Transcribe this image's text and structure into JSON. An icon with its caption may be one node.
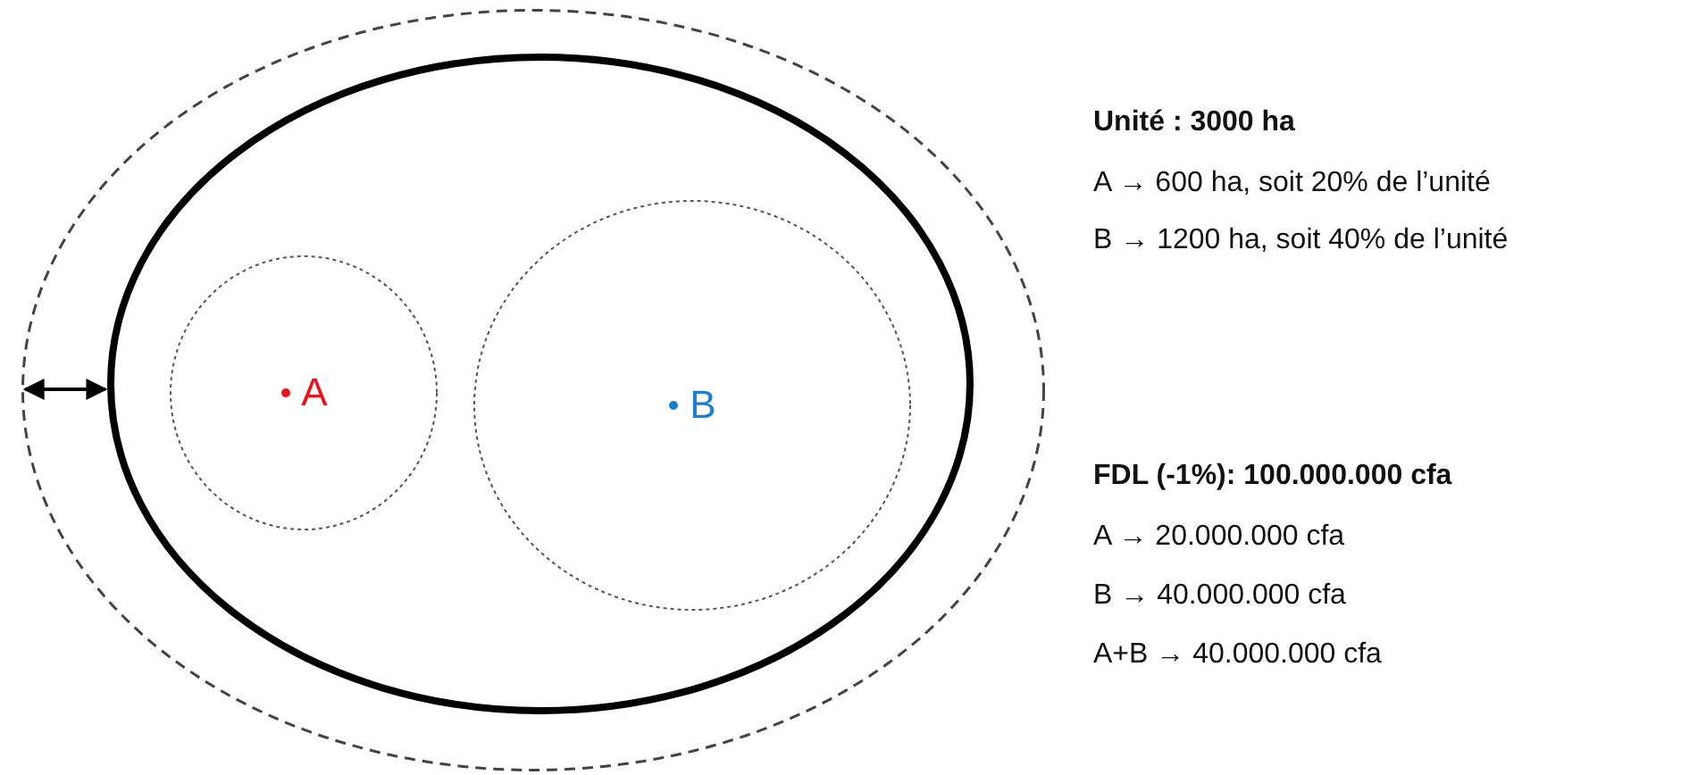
{
  "diagram": {
    "nodes": [
      {
        "text": [],
        "shape": "ellipse"
      },
      {
        "text": [],
        "shape": "ellipse",
        "in": 0
      },
      {
        "text": [
          "A"
        ],
        "in": 1
      },
      {
        "text": [
          "B"
        ],
        "in": 1
      }
    ],
    "edges": [
      {
        "from": 0,
        "to": 1,
        "arrow": "both"
      }
    ],
    "labels": [
      "Unité : 3000 ha",
      "A → 600 ha, soit 20% de l’unité",
      "B → 1200 ha, soit 40% de l’unité",
      "FDL (-1%): 100.000.000 cfa",
      "A → 20.000.000 cfa",
      "B → 40.000.000 cfa",
      "A+B → 40.000.000 cfa"
    ]
  }
}
